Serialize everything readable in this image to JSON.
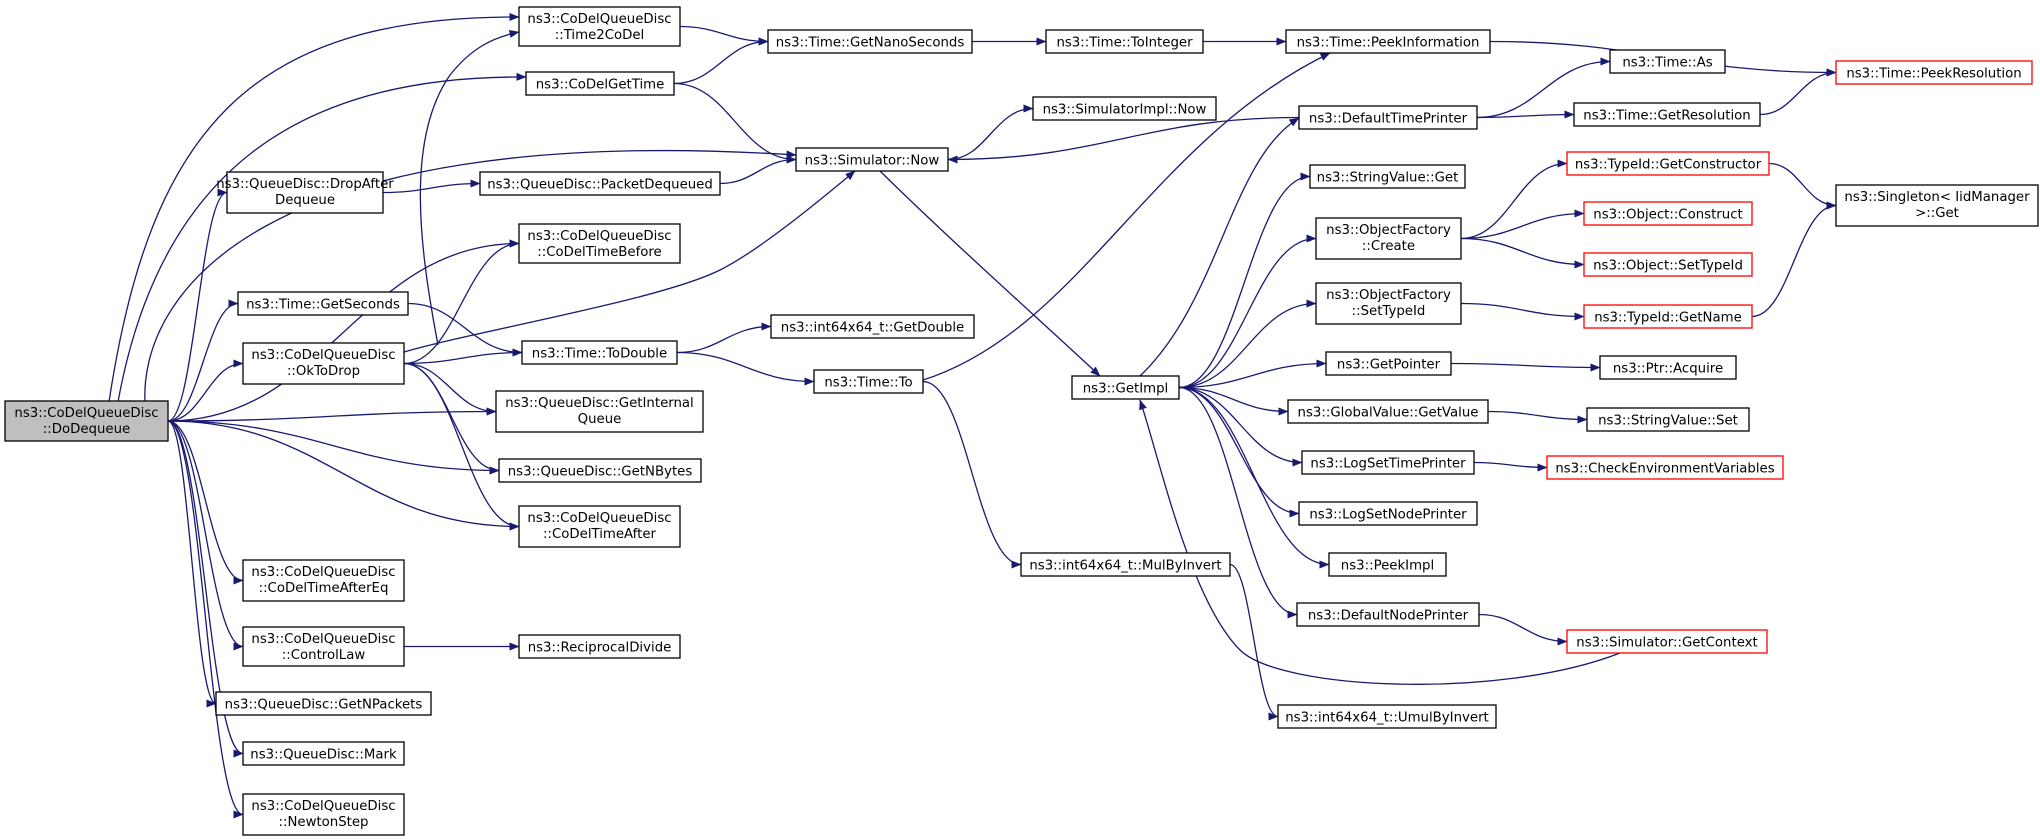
{
  "colors": {
    "edge": "#191970",
    "node_border": "#000000",
    "node_border_truncated": "#ff0000",
    "node_fill": "#ffffff",
    "root_fill": "#bfbfbf"
  },
  "nodes": [
    {
      "id": "dodequeue",
      "lines": [
        "ns3::CoDelQueueDisc",
        "::DoDequeue"
      ],
      "style": "root"
    },
    {
      "id": "time2codel",
      "lines": [
        "ns3::CoDelQueueDisc",
        "::Time2CoDel"
      ]
    },
    {
      "id": "codelgettime",
      "lines": [
        "ns3::CoDelGetTime"
      ]
    },
    {
      "id": "dropafterdequeue",
      "lines": [
        "ns3::QueueDisc::DropAfter",
        "Dequeue"
      ]
    },
    {
      "id": "codeltimebefore",
      "lines": [
        "ns3::CoDelQueueDisc",
        "::CoDelTimeBefore"
      ]
    },
    {
      "id": "getseconds",
      "lines": [
        "ns3::Time::GetSeconds"
      ]
    },
    {
      "id": "oktodrop",
      "lines": [
        "ns3::CoDelQueueDisc",
        "::OkToDrop"
      ]
    },
    {
      "id": "getinternalqueue",
      "lines": [
        "ns3::QueueDisc::GetInternal",
        "Queue"
      ]
    },
    {
      "id": "getnbytes",
      "lines": [
        "ns3::QueueDisc::GetNBytes"
      ]
    },
    {
      "id": "codeltimeafter",
      "lines": [
        "ns3::CoDelQueueDisc",
        "::CoDelTimeAfter"
      ]
    },
    {
      "id": "codeltimeaftereq",
      "lines": [
        "ns3::CoDelQueueDisc",
        "::CoDelTimeAfterEq"
      ]
    },
    {
      "id": "controllaw",
      "lines": [
        "ns3::CoDelQueueDisc",
        "::ControlLaw"
      ]
    },
    {
      "id": "getnpackets",
      "lines": [
        "ns3::QueueDisc::GetNPackets"
      ]
    },
    {
      "id": "mark",
      "lines": [
        "ns3::QueueDisc::Mark"
      ]
    },
    {
      "id": "newtonstep",
      "lines": [
        "ns3::CoDelQueueDisc",
        "::NewtonStep"
      ]
    },
    {
      "id": "reciprocaldivide",
      "lines": [
        "ns3::ReciprocalDivide"
      ]
    },
    {
      "id": "getnanoseconds",
      "lines": [
        "ns3::Time::GetNanoSeconds"
      ]
    },
    {
      "id": "packetdequeued",
      "lines": [
        "ns3::QueueDisc::PacketDequeued"
      ]
    },
    {
      "id": "simnow",
      "lines": [
        "ns3::Simulator::Now"
      ]
    },
    {
      "id": "todouble",
      "lines": [
        "ns3::Time::ToDouble"
      ]
    },
    {
      "id": "getdouble",
      "lines": [
        "ns3::int64x64_t::GetDouble"
      ]
    },
    {
      "id": "timeto",
      "lines": [
        "ns3::Time::To"
      ]
    },
    {
      "id": "tointeger",
      "lines": [
        "ns3::Time::ToInteger"
      ]
    },
    {
      "id": "simimplnow",
      "lines": [
        "ns3::SimulatorImpl::Now"
      ]
    },
    {
      "id": "getimpl",
      "lines": [
        "ns3::GetImpl"
      ]
    },
    {
      "id": "mulbyinvert",
      "lines": [
        "ns3::int64x64_t::MulByInvert"
      ]
    },
    {
      "id": "umulbyinvert",
      "lines": [
        "ns3::int64x64_t::UmulByInvert"
      ]
    },
    {
      "id": "peekinformation",
      "lines": [
        "ns3::Time::PeekInformation"
      ]
    },
    {
      "id": "defaulttimeprinter",
      "lines": [
        "ns3::DefaultTimePrinter"
      ]
    },
    {
      "id": "stringvalueget",
      "lines": [
        "ns3::StringValue::Get"
      ]
    },
    {
      "id": "objfactorycreate",
      "lines": [
        "ns3::ObjectFactory",
        "::Create"
      ]
    },
    {
      "id": "objfactorysettypeid",
      "lines": [
        "ns3::ObjectFactory",
        "::SetTypeId"
      ]
    },
    {
      "id": "getpointer",
      "lines": [
        "ns3::GetPointer"
      ]
    },
    {
      "id": "globalvaluegetvalue",
      "lines": [
        "ns3::GlobalValue::GetValue"
      ]
    },
    {
      "id": "logsettimeprinter",
      "lines": [
        "ns3::LogSetTimePrinter"
      ]
    },
    {
      "id": "logsetnodeprinter",
      "lines": [
        "ns3::LogSetNodePrinter"
      ]
    },
    {
      "id": "peekimpl",
      "lines": [
        "ns3::PeekImpl"
      ]
    },
    {
      "id": "defaultnodeprinter",
      "lines": [
        "ns3::DefaultNodePrinter"
      ]
    },
    {
      "id": "timeas",
      "lines": [
        "ns3::Time::As"
      ]
    },
    {
      "id": "getresolution",
      "lines": [
        "ns3::Time::GetResolution"
      ]
    },
    {
      "id": "peekresolution",
      "lines": [
        "ns3::Time::PeekResolution"
      ],
      "style": "truncated"
    },
    {
      "id": "getconstructor",
      "lines": [
        "ns3::TypeId::GetConstructor"
      ],
      "style": "truncated"
    },
    {
      "id": "objectconstruct",
      "lines": [
        "ns3::Object::Construct"
      ],
      "style": "truncated"
    },
    {
      "id": "objectsettypeid",
      "lines": [
        "ns3::Object::SetTypeId"
      ],
      "style": "truncated"
    },
    {
      "id": "typeidgetname",
      "lines": [
        "ns3::TypeId::GetName"
      ],
      "style": "truncated"
    },
    {
      "id": "ptracquire",
      "lines": [
        "ns3::Ptr::Acquire"
      ]
    },
    {
      "id": "stringvalueset",
      "lines": [
        "ns3::StringValue::Set"
      ]
    },
    {
      "id": "checkenvvars",
      "lines": [
        "ns3::CheckEnvironmentVariables"
      ],
      "style": "truncated"
    },
    {
      "id": "getcontext",
      "lines": [
        "ns3::Simulator::GetContext"
      ],
      "style": "truncated"
    },
    {
      "id": "singletonget",
      "lines": [
        "ns3::Singleton< IidManager",
        ">::Get"
      ]
    }
  ],
  "edges": [
    [
      "dodequeue",
      "time2codel"
    ],
    [
      "dodequeue",
      "codelgettime"
    ],
    [
      "dodequeue",
      "simnow"
    ],
    [
      "dodequeue",
      "dropafterdequeue"
    ],
    [
      "dodequeue",
      "codeltimebefore"
    ],
    [
      "dodequeue",
      "getseconds"
    ],
    [
      "dodequeue",
      "oktodrop"
    ],
    [
      "dodequeue",
      "getinternalqueue"
    ],
    [
      "dodequeue",
      "getnbytes"
    ],
    [
      "dodequeue",
      "codeltimeafter"
    ],
    [
      "dodequeue",
      "codeltimeaftereq"
    ],
    [
      "dodequeue",
      "controllaw"
    ],
    [
      "dodequeue",
      "getnpackets"
    ],
    [
      "dodequeue",
      "mark"
    ],
    [
      "dodequeue",
      "newtonstep"
    ],
    [
      "oktodrop",
      "time2codel"
    ],
    [
      "oktodrop",
      "codeltimebefore"
    ],
    [
      "oktodrop",
      "simnow"
    ],
    [
      "oktodrop",
      "todouble"
    ],
    [
      "oktodrop",
      "getinternalqueue"
    ],
    [
      "oktodrop",
      "getnbytes"
    ],
    [
      "oktodrop",
      "codeltimeafter"
    ],
    [
      "time2codel",
      "getnanoseconds"
    ],
    [
      "codelgettime",
      "getnanoseconds"
    ],
    [
      "codelgettime",
      "simnow"
    ],
    [
      "dropafterdequeue",
      "packetdequeued"
    ],
    [
      "packetdequeued",
      "simnow"
    ],
    [
      "getseconds",
      "todouble"
    ],
    [
      "controllaw",
      "reciprocaldivide"
    ],
    [
      "getnanoseconds",
      "tointeger"
    ],
    [
      "tointeger",
      "peekinformation"
    ],
    [
      "todouble",
      "getdouble"
    ],
    [
      "todouble",
      "timeto"
    ],
    [
      "timeto",
      "peekinformation"
    ],
    [
      "timeto",
      "mulbyinvert"
    ],
    [
      "simnow",
      "simimplnow"
    ],
    [
      "simnow",
      "getimpl"
    ],
    [
      "mulbyinvert",
      "umulbyinvert"
    ],
    [
      "peekinformation",
      "peekresolution"
    ],
    [
      "defaulttimeprinter",
      "timeas"
    ],
    [
      "defaulttimeprinter",
      "getresolution"
    ],
    [
      "defaulttimeprinter",
      "simnow"
    ],
    [
      "getresolution",
      "peekresolution"
    ],
    [
      "getimpl",
      "defaulttimeprinter"
    ],
    [
      "getimpl",
      "stringvalueget"
    ],
    [
      "getimpl",
      "objfactorycreate"
    ],
    [
      "getimpl",
      "objfactorysettypeid"
    ],
    [
      "getimpl",
      "getpointer"
    ],
    [
      "getimpl",
      "globalvaluegetvalue"
    ],
    [
      "getimpl",
      "logsettimeprinter"
    ],
    [
      "getimpl",
      "logsetnodeprinter"
    ],
    [
      "getimpl",
      "peekimpl"
    ],
    [
      "getimpl",
      "defaultnodeprinter"
    ],
    [
      "objfactorycreate",
      "getconstructor"
    ],
    [
      "objfactorycreate",
      "objectconstruct"
    ],
    [
      "objfactorycreate",
      "objectsettypeid"
    ],
    [
      "objfactorysettypeid",
      "typeidgetname"
    ],
    [
      "getconstructor",
      "singletonget"
    ],
    [
      "typeidgetname",
      "singletonget"
    ],
    [
      "getpointer",
      "ptracquire"
    ],
    [
      "globalvaluegetvalue",
      "stringvalueset"
    ],
    [
      "logsettimeprinter",
      "checkenvvars"
    ],
    [
      "defaultnodeprinter",
      "getcontext"
    ],
    [
      "getcontext",
      "getimpl"
    ]
  ]
}
